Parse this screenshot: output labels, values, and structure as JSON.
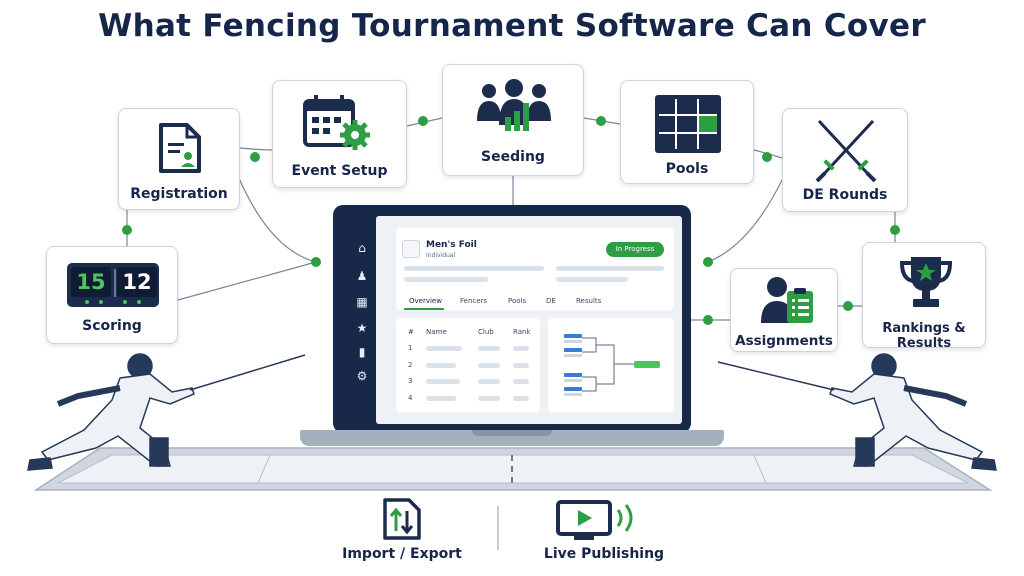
{
  "title": "What Fencing Tournament Software Can Cover",
  "features": {
    "registration": "Registration",
    "event_setup": "Event Setup",
    "seeding": "Seeding",
    "pools": "Pools",
    "de_rounds": "DE Rounds",
    "scoring": "Scoring",
    "assignments": "Assignments",
    "rankings": "Rankings & Results"
  },
  "scoreboard": {
    "left": "15",
    "right": "12"
  },
  "app": {
    "event_name": "Men's Foil",
    "event_type": "Individual",
    "status": "In Progress",
    "tabs": [
      "Overview",
      "Fencers",
      "Pools",
      "DE",
      "Results"
    ],
    "columns": [
      "#",
      "Name",
      "Club",
      "Rank"
    ],
    "rows": [
      "1",
      "2",
      "3",
      "4"
    ]
  },
  "bottom": {
    "import_export": "Import / Export",
    "live": "Live Publishing"
  },
  "colors": {
    "navy": "#16264a",
    "green": "#2e9e45",
    "border": "#cdd4de"
  },
  "icons": [
    "document-icon",
    "calendar-gear-icon",
    "group-chart-icon",
    "grid-icon",
    "crossed-swords-icon",
    "scoreboard-icon",
    "person-clipboard-icon",
    "trophy-icon",
    "import-export-icon",
    "live-screen-icon"
  ]
}
